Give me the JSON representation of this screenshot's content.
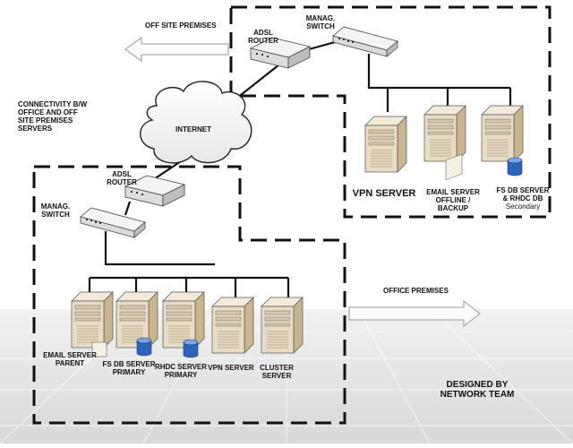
{
  "offsite_arrow_label": "OFF SITE PREMISES",
  "office_arrow_label": "OFFICE PREMISES",
  "connectivity_note": [
    "CONNECTIVITY B/W",
    "OFFICE AND OFF",
    "SITE PREMISES",
    "SERVERS"
  ],
  "internet_label": "INTERNET",
  "offsite": {
    "router_label": [
      "ADSL",
      "ROUTER"
    ],
    "switch_label": [
      "MANAG.",
      "SWITCH"
    ],
    "servers": [
      {
        "id": "vpn",
        "label": [
          "VPN SERVER"
        ],
        "has_db": false
      },
      {
        "id": "email",
        "label": [
          "EMAIL SERVER",
          "OFFLINE /",
          "BACKUP"
        ],
        "has_db": false
      },
      {
        "id": "fsdb",
        "label": [
          "FS DB SERVER",
          "& RHDC DB",
          "Secondary"
        ],
        "has_db": true
      }
    ]
  },
  "office": {
    "router_label": [
      "ADSL",
      "ROUTER"
    ],
    "switch_label": [
      "MANAG.",
      "SWITCH"
    ],
    "servers": [
      {
        "id": "email",
        "label": [
          "EMAIL SERVER",
          "PARENT"
        ],
        "has_db": false
      },
      {
        "id": "fsdb",
        "label": [
          "FS DB SERVER",
          "PRIMARY"
        ],
        "has_db": true
      },
      {
        "id": "rhdc",
        "label": [
          "RHDC SERVER",
          "PRIMARY"
        ],
        "has_db": true
      },
      {
        "id": "vpn",
        "label": [
          "VPN SERVER"
        ],
        "has_db": false
      },
      {
        "id": "cluster",
        "label": [
          "CLUSTER",
          "SERVER"
        ],
        "has_db": false
      }
    ]
  },
  "credit": [
    "DESIGNED BY",
    "NETWORK TEAM"
  ],
  "colors": {
    "server_front": "#e9dcc4",
    "server_side": "#c9b58f",
    "db_blue": "#2d63b8",
    "floor": "#e4e4e4"
  }
}
